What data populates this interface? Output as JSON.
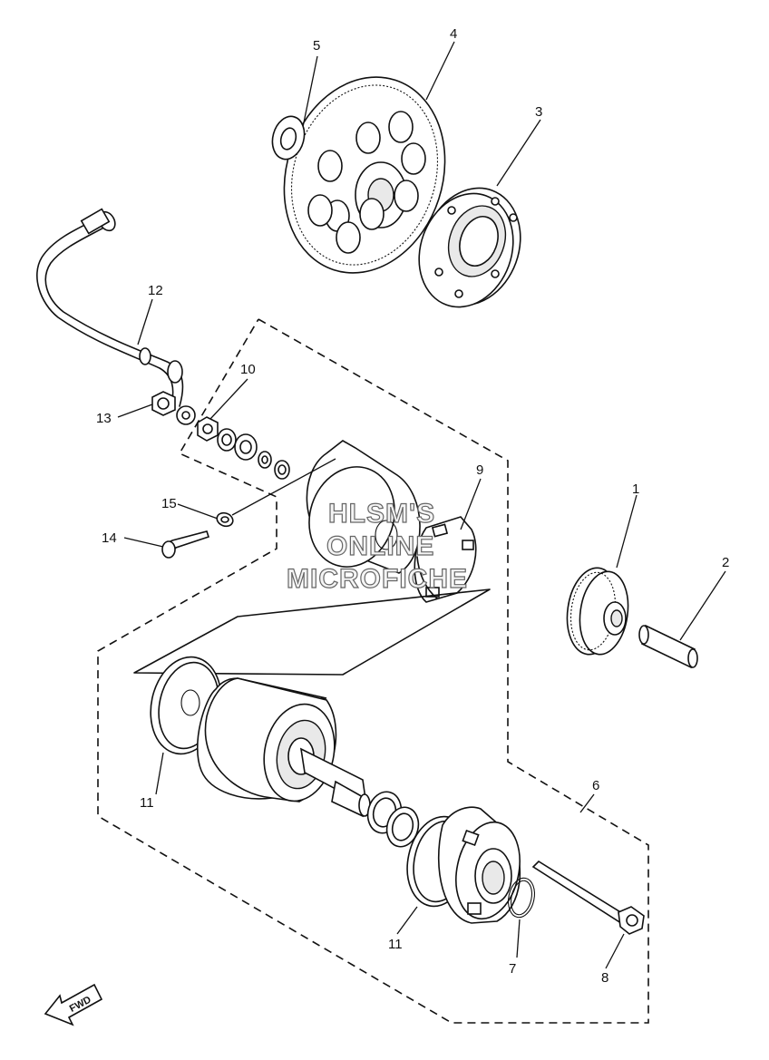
{
  "callouts": [
    {
      "id": "c1",
      "label": "1"
    },
    {
      "id": "c2",
      "label": "2"
    },
    {
      "id": "c3",
      "label": "3"
    },
    {
      "id": "c4",
      "label": "4"
    },
    {
      "id": "c5",
      "label": "5"
    },
    {
      "id": "c6",
      "label": "6"
    },
    {
      "id": "c7",
      "label": "7"
    },
    {
      "id": "c8",
      "label": "8"
    },
    {
      "id": "c9",
      "label": "9"
    },
    {
      "id": "c10",
      "label": "10"
    },
    {
      "id": "c11a",
      "label": "11"
    },
    {
      "id": "c11b",
      "label": "11"
    },
    {
      "id": "c12",
      "label": "12"
    },
    {
      "id": "c13",
      "label": "13"
    },
    {
      "id": "c14",
      "label": "14"
    },
    {
      "id": "c15",
      "label": "15"
    }
  ],
  "watermark": {
    "line1": "HLSM'S",
    "line2": "ONLINE",
    "line3": "MICROFICHE"
  },
  "fwd_arrow": {
    "label": "FWD",
    "icon": "fwd-arrow-icon"
  }
}
